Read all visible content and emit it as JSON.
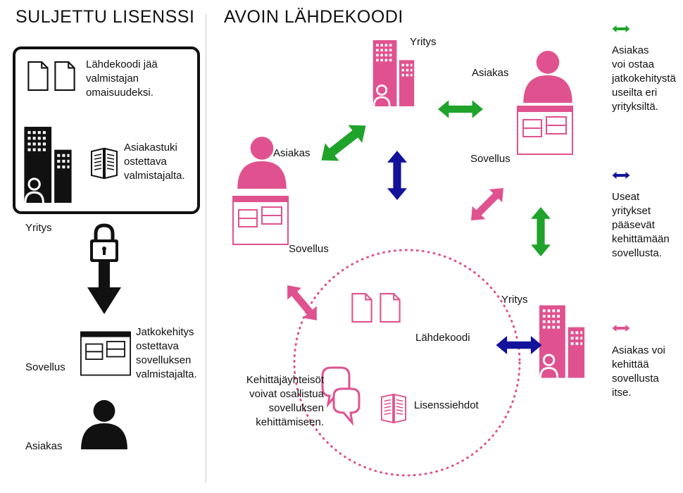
{
  "colors": {
    "pink": "#e0528f",
    "green": "#1fa32a",
    "blue": "#12139a",
    "dark": "#111111"
  },
  "closed": {
    "title": "SULJETTU LISENSSI",
    "box_text_1": "Lähdekoodi jää\nvalmistajan\nomaisuudeksi.",
    "box_text_2": "Asiakastuki\nostettava\nvalmistajalta.",
    "company_label": "Yritys",
    "application_label": "Sovellus",
    "development_text": "Jatkokehitys\nostettava\nsovelluksen\nvalmistajalta.",
    "customer_label": "Asiakas",
    "icons": [
      "documents-icon",
      "building-icon",
      "manual-icon",
      "padlock-icon",
      "arrow-down-icon",
      "app-window-icon",
      "person-icon"
    ]
  },
  "open": {
    "title": "AVOIN LÄHDEKOODI",
    "top_company_label": "Yritys",
    "right_customer_label": "Asiakas",
    "right_application_label": "Sovellus",
    "left_customer_label": "Asiakas",
    "left_application_label": "Sovellus",
    "source_code_label": "Lähdekoodi",
    "license_terms_label": "Lisenssiehdot",
    "bottom_company_label": "Yritys",
    "community_text": "Kehittäjäyhteisöt\nvoivat osallistua\nsovelluksen\nkehittämiseen.",
    "icons": [
      "building-icon",
      "person-icon",
      "app-window-icon",
      "documents-icon",
      "manual-icon",
      "chat-bubbles-icon"
    ]
  },
  "legend": [
    {
      "color": "green",
      "icon": "green-double-arrow-icon",
      "text": "Asiakas\nvoi ostaa\njatkokehitystä\nuseilta eri\nyrityksiltä."
    },
    {
      "color": "blue",
      "icon": "blue-double-arrow-icon",
      "text": "Useat\nyritykset\npääsevät\nkehittämään\nsovellusta."
    },
    {
      "color": "pink",
      "icon": "pink-double-arrow-icon",
      "text": "Asiakas voi\nkehittää\nsovellusta\nitse."
    }
  ]
}
